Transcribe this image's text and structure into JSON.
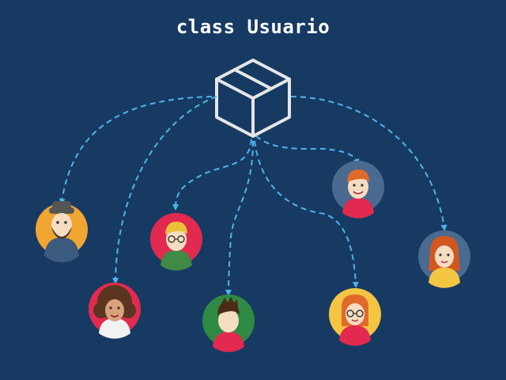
{
  "diagram": {
    "title": "class Usuario",
    "source_icon": "cube-icon",
    "instances": [
      {
        "name": "instance-1-avatar",
        "icon": "man-with-hat-beard-avatar-icon",
        "bg": "#f0a630"
      },
      {
        "name": "instance-2-avatar",
        "icon": "woman-curly-hair-avatar-icon",
        "bg": "#e2294f"
      },
      {
        "name": "instance-3-avatar",
        "icon": "man-blond-glasses-avatar-icon",
        "bg": "#e2294f"
      },
      {
        "name": "instance-4-avatar",
        "icon": "man-dark-hair-avatar-icon",
        "bg": "#2e8a43"
      },
      {
        "name": "instance-5-avatar",
        "icon": "woman-glasses-avatar-icon",
        "bg": "#f4c542"
      },
      {
        "name": "instance-6-avatar",
        "icon": "man-red-hair-avatar-icon",
        "bg": "#4a6a90"
      },
      {
        "name": "instance-7-avatar",
        "icon": "woman-red-hair-avatar-icon",
        "bg": "#4a6a90"
      }
    ],
    "colors": {
      "background": "#173a63",
      "arrow": "#4fb3ec",
      "cube": "#e6e6e6",
      "title": "#ffffff"
    }
  }
}
